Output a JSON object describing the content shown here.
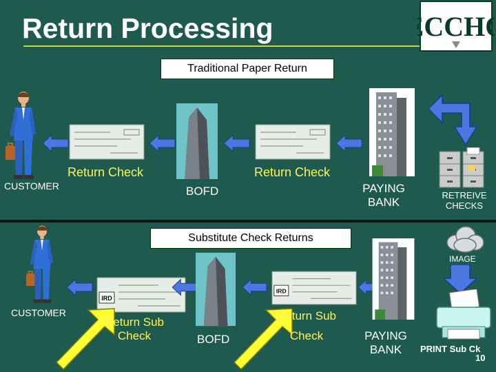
{
  "title": "Return Processing",
  "top": {
    "section_label": "Traditional Paper Return",
    "return_check_left": "Return Check",
    "return_check_right": "Return Check",
    "customer": "CUSTOMER",
    "bofd": "BOFD",
    "paying_bank_line1": "PAYING",
    "paying_bank_line2": "BANK",
    "retrieve_line1": "RETREIVE",
    "retrieve_line2": "CHECKS"
  },
  "bottom": {
    "section_label": "Substitute Check Returns",
    "customer": "CUSTOMER",
    "return_sub_left_line1": "Return Sub",
    "return_sub_left_line2": "Check",
    "bofd": "BOFD",
    "return_sub_right_line1": "Return Sub",
    "return_sub_right_line2": "Check",
    "paying_bank_line1": "PAYING",
    "paying_bank_line2": "BANK",
    "image": "IMAGE",
    "print_sub_ck": "PRINT Sub Ck",
    "page_number": "10"
  },
  "logo_text": "ECCHO",
  "colors": {
    "background": "#1f5a4f",
    "arrow_blue": "#4a78e0",
    "arrow_yellow": "#ffff33",
    "label_yellow": "#fff35a",
    "title_white": "#ffffff"
  }
}
